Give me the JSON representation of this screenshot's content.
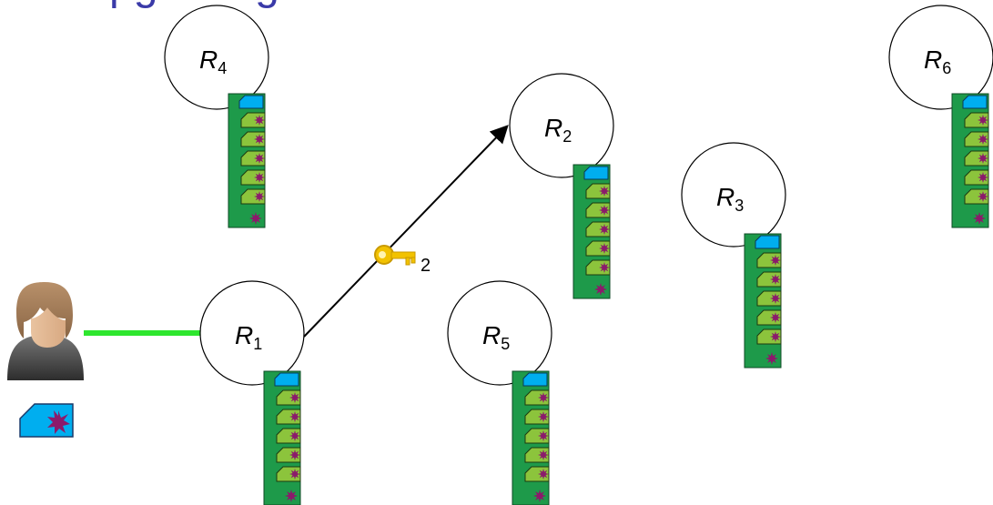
{
  "header": {
    "title": "pgrading"
  },
  "colors": {
    "title": "#3a3aa8",
    "connection": "#2ee62e",
    "edge": "#000000",
    "stack_board": "#1e9a4a",
    "stack_card": "#8cc43c",
    "stack_top": "#00aeef",
    "burst": "#8b1a6b",
    "key": "#f2c200"
  },
  "nodes": [
    {
      "id": "r1",
      "letter": "R",
      "sub": "1"
    },
    {
      "id": "r2",
      "letter": "R",
      "sub": "2"
    },
    {
      "id": "r3",
      "letter": "R",
      "sub": "3"
    },
    {
      "id": "r4",
      "letter": "R",
      "sub": "4"
    },
    {
      "id": "r5",
      "letter": "R",
      "sub": "5"
    },
    {
      "id": "r6",
      "letter": "R",
      "sub": "6"
    }
  ],
  "key": {
    "label": "2",
    "icon": "key-icon"
  },
  "user": {
    "icon": "user-icon",
    "card_icon": "card-icon"
  }
}
